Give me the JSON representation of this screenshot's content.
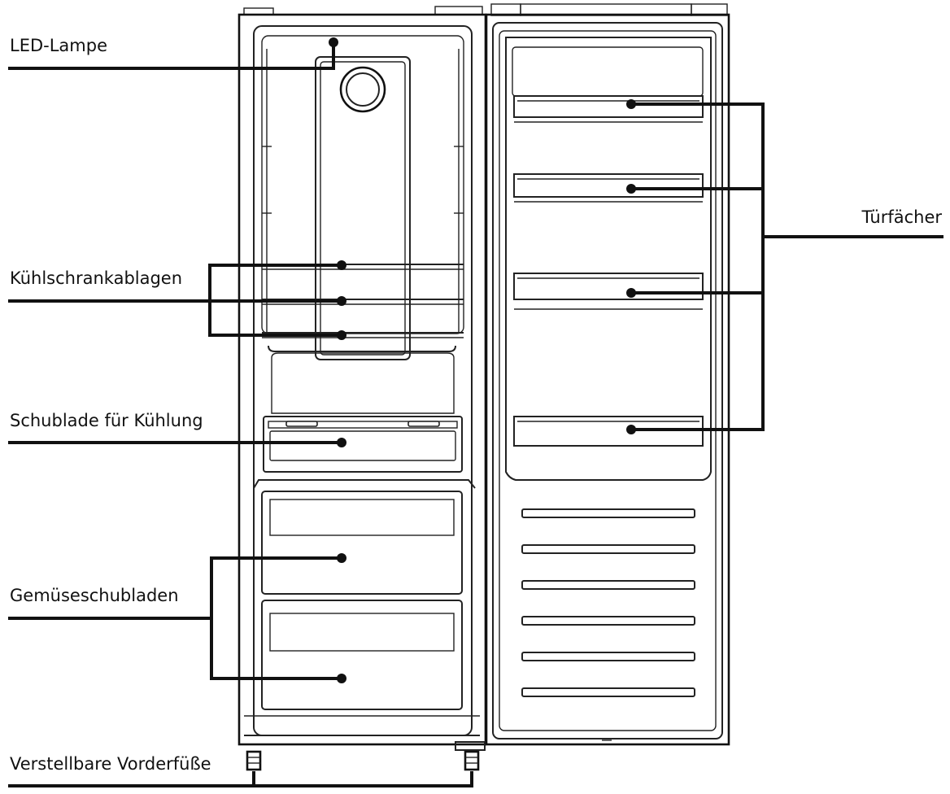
{
  "labels": {
    "led_lamp": "LED-Lampe",
    "fridge_shelves": "Kühlschrankablagen",
    "chill_drawer": "Schublade für Kühlung",
    "vegetable_drawers": "Gemüseschubladen",
    "adjustable_feet": "Verstellbare Vorderfüße",
    "door_bins": "Türfächer"
  },
  "colors": {
    "line": "#111111",
    "background": "#ffffff"
  }
}
